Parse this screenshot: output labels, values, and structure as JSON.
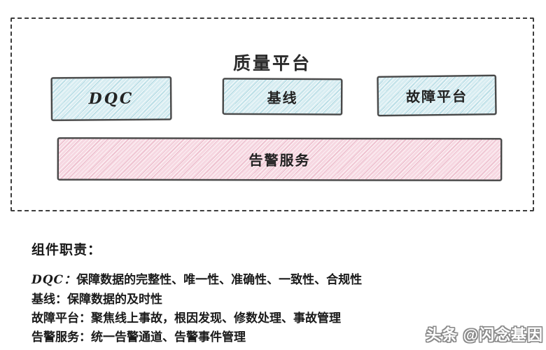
{
  "diagram": {
    "title": "质量平台",
    "components": [
      {
        "id": "dqc",
        "label": "DQC"
      },
      {
        "id": "baseline",
        "label": "基线"
      },
      {
        "id": "fault-platform",
        "label": "故障平台"
      }
    ],
    "service_bar": {
      "id": "alert-service",
      "label": "告警服务"
    },
    "colors": {
      "component_fill": "#d6ecf1",
      "service_fill": "#f6d7e1",
      "box_border": "#474747",
      "outer_border": "#3d3d3d"
    }
  },
  "responsibilities": {
    "heading": "组件职责：",
    "items": [
      {
        "label": "DQC：",
        "description": "保障数据的完整性、唯一性、准确性、一致性、合规性"
      },
      {
        "label": "基线：",
        "description": "保障数据的及时性"
      },
      {
        "label": "故障平台：",
        "description": "聚焦线上事故，根因发现、修数处理、事故管理"
      },
      {
        "label": "告警服务：",
        "description": "统一告警通道、告警事件管理"
      }
    ]
  },
  "watermark": {
    "text": "头条 @闪念基因"
  }
}
